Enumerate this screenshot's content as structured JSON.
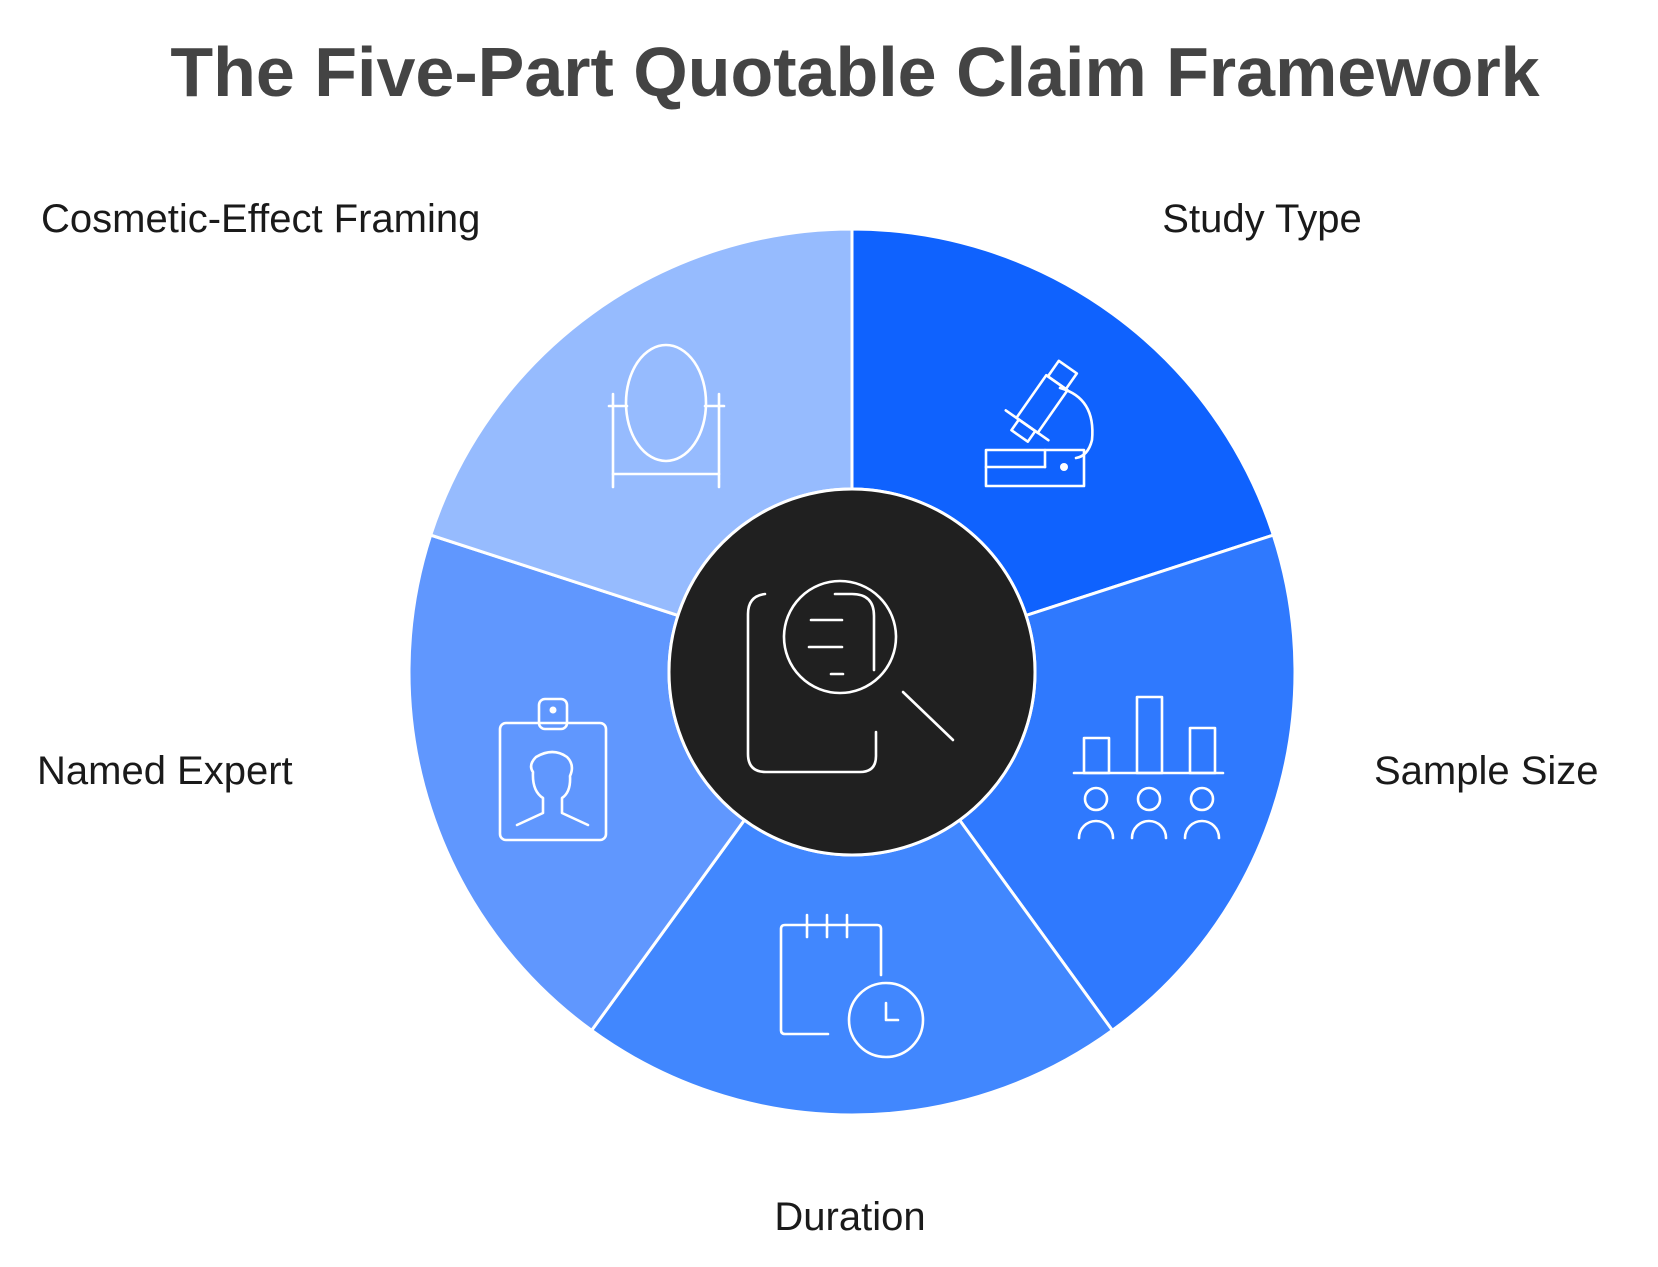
{
  "title": "The Five-Part Quotable Claim Framework",
  "center": {
    "icon": "document-magnifier-icon",
    "color": "#202020"
  },
  "segments": [
    {
      "label": "Study Type",
      "icon": "microscope-icon",
      "color": "#0F62FE"
    },
    {
      "label": "Sample Size",
      "icon": "bar-chart-people-icon",
      "color": "#2F79FE"
    },
    {
      "label": "Duration",
      "icon": "calendar-clock-icon",
      "color": "#4187FE"
    },
    {
      "label": "Named Expert",
      "icon": "id-badge-icon",
      "color": "#6097FE"
    },
    {
      "label": "Cosmetic-Effect Framing",
      "icon": "mirror-icon",
      "color": "#96BBFE"
    }
  ]
}
